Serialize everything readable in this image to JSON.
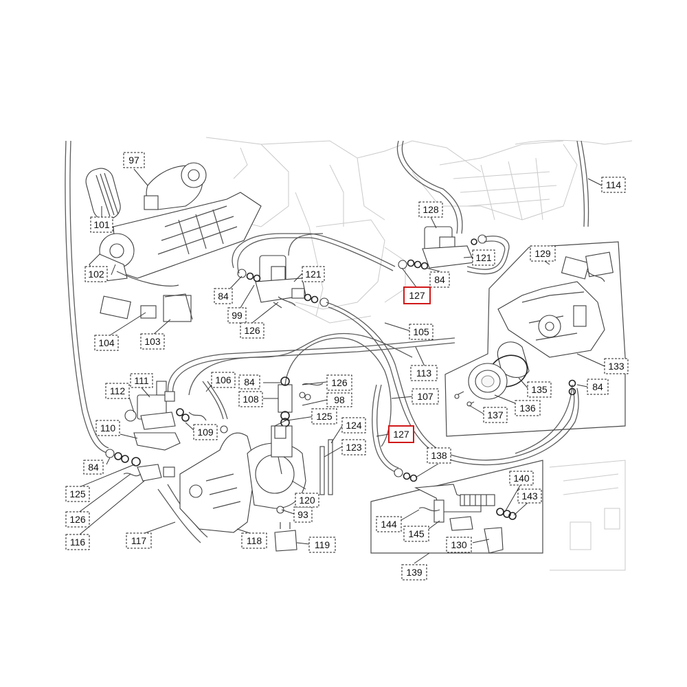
{
  "diagram": {
    "highlight_color": "#d01818",
    "highlighted_part": "127",
    "callouts": [
      {
        "id": "c97",
        "label": "97"
      },
      {
        "id": "c101",
        "label": "101"
      },
      {
        "id": "c102",
        "label": "102"
      },
      {
        "id": "c104",
        "label": "104"
      },
      {
        "id": "c103",
        "label": "103"
      },
      {
        "id": "c84a",
        "label": "84"
      },
      {
        "id": "c99",
        "label": "99"
      },
      {
        "id": "c126a",
        "label": "126"
      },
      {
        "id": "c121a",
        "label": "121"
      },
      {
        "id": "c128",
        "label": "128"
      },
      {
        "id": "c121b",
        "label": "121"
      },
      {
        "id": "c84b",
        "label": "84"
      },
      {
        "id": "c127a",
        "label": "127"
      },
      {
        "id": "c114",
        "label": "114"
      },
      {
        "id": "c129",
        "label": "129"
      },
      {
        "id": "c105",
        "label": "105"
      },
      {
        "id": "c113",
        "label": "113"
      },
      {
        "id": "c133",
        "label": "133"
      },
      {
        "id": "c135",
        "label": "135"
      },
      {
        "id": "c84c",
        "label": "84"
      },
      {
        "id": "c136",
        "label": "136"
      },
      {
        "id": "c137",
        "label": "137"
      },
      {
        "id": "c107",
        "label": "107"
      },
      {
        "id": "c127b",
        "label": "127"
      },
      {
        "id": "c111",
        "label": "111"
      },
      {
        "id": "c112",
        "label": "112"
      },
      {
        "id": "c106",
        "label": "106"
      },
      {
        "id": "c84d",
        "label": "84"
      },
      {
        "id": "c108",
        "label": "108"
      },
      {
        "id": "c126b",
        "label": "126"
      },
      {
        "id": "c98",
        "label": "98"
      },
      {
        "id": "c125a",
        "label": "125"
      },
      {
        "id": "c110",
        "label": "110"
      },
      {
        "id": "c109",
        "label": "109"
      },
      {
        "id": "c124",
        "label": "124"
      },
      {
        "id": "c123",
        "label": "123"
      },
      {
        "id": "c84e",
        "label": "84"
      },
      {
        "id": "c125b",
        "label": "125"
      },
      {
        "id": "c126c",
        "label": "126"
      },
      {
        "id": "c116",
        "label": "116"
      },
      {
        "id": "c117",
        "label": "117"
      },
      {
        "id": "c118",
        "label": "118"
      },
      {
        "id": "c93",
        "label": "93"
      },
      {
        "id": "c120",
        "label": "120"
      },
      {
        "id": "c119",
        "label": "119"
      },
      {
        "id": "c138",
        "label": "138"
      },
      {
        "id": "c140",
        "label": "140"
      },
      {
        "id": "c143",
        "label": "143"
      },
      {
        "id": "c144",
        "label": "144"
      },
      {
        "id": "c145",
        "label": "145"
      },
      {
        "id": "c130",
        "label": "130"
      },
      {
        "id": "c139",
        "label": "139"
      }
    ]
  }
}
